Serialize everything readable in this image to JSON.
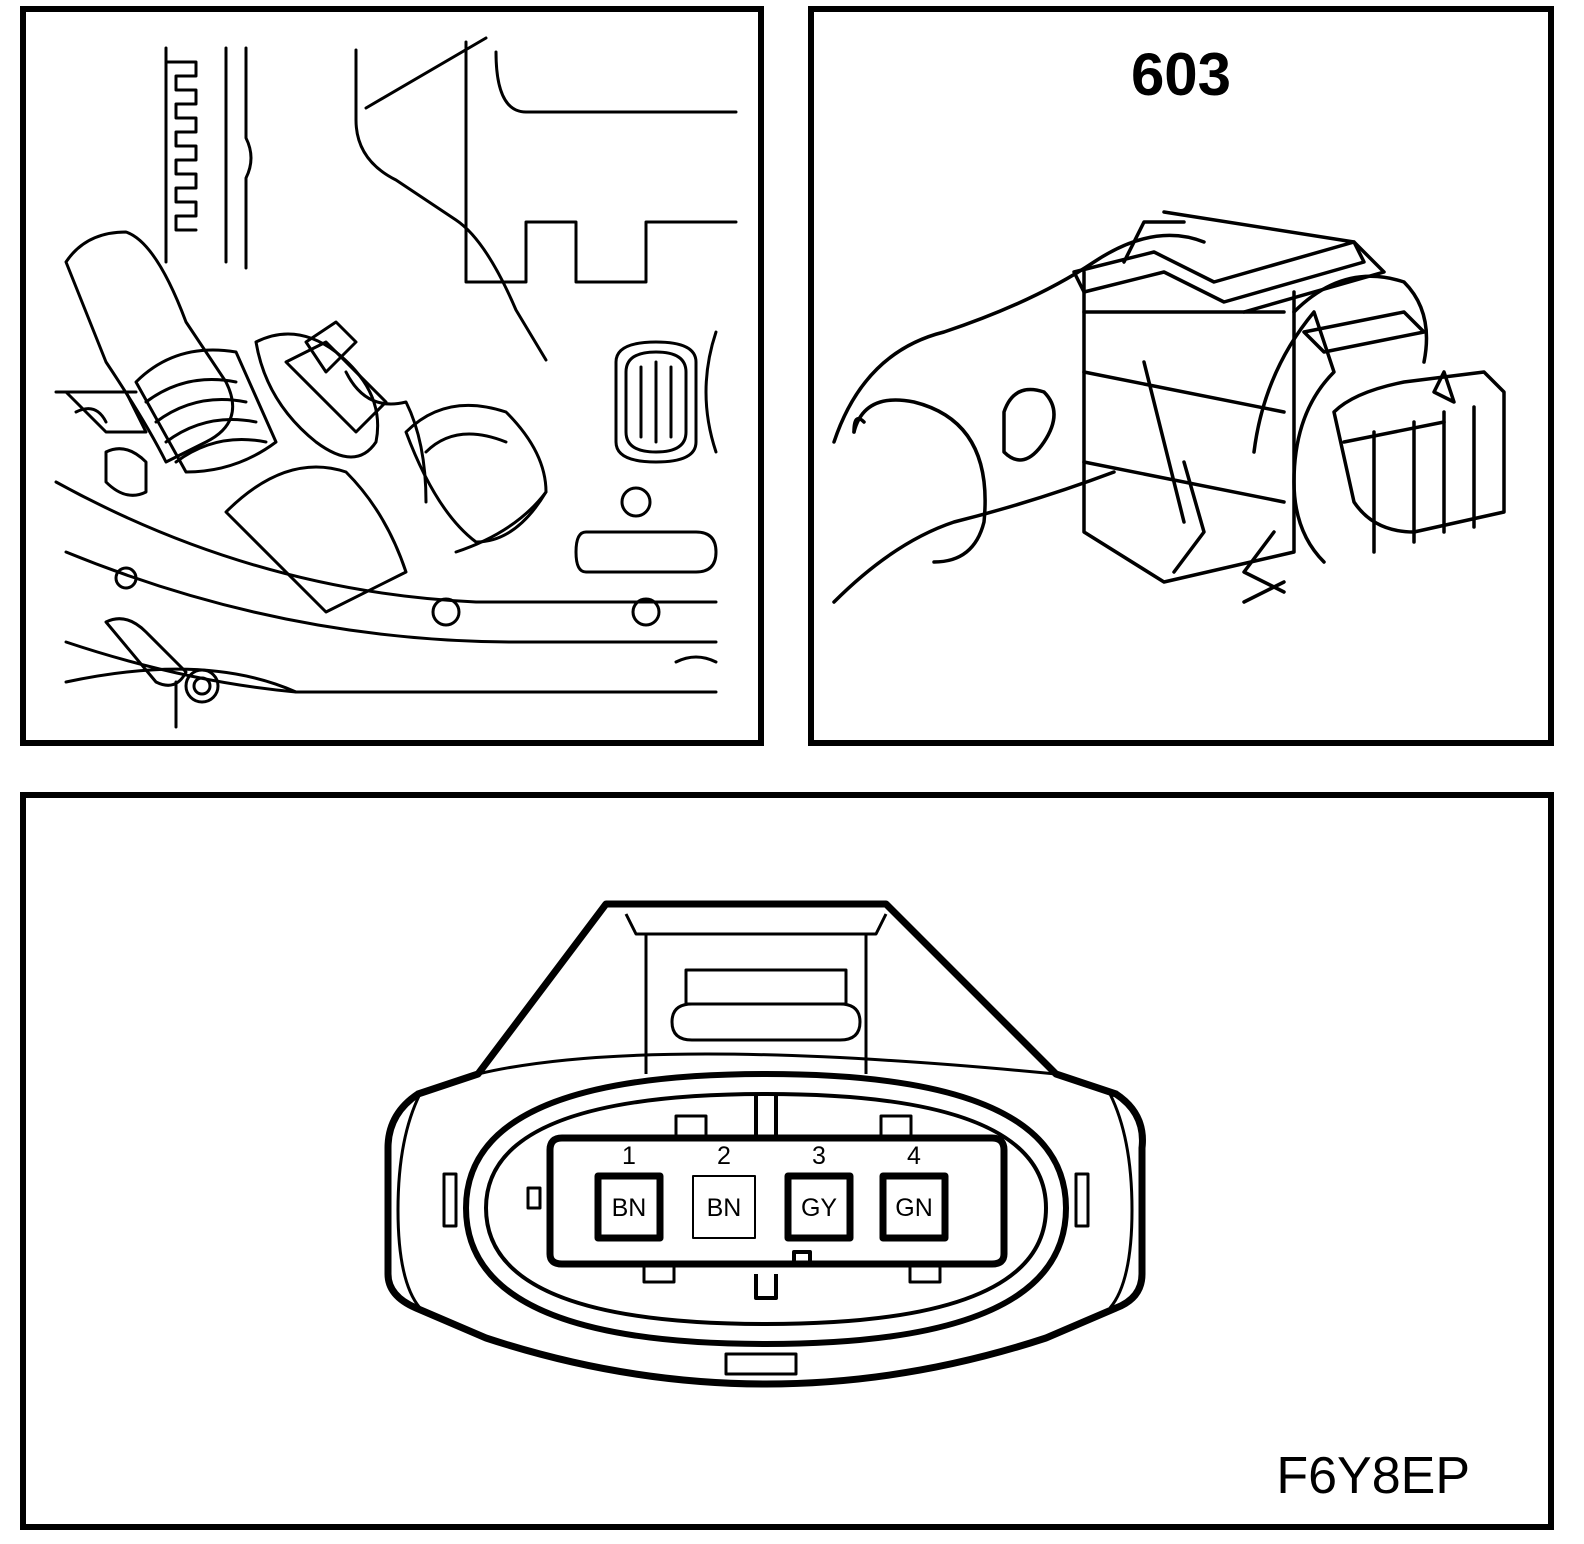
{
  "connector": {
    "number": "603"
  },
  "figure_code": "F6Y8EP",
  "pins": [
    {
      "number": "1",
      "wire_color": "BN"
    },
    {
      "number": "2",
      "wire_color": "BN"
    },
    {
      "number": "3",
      "wire_color": "GY"
    },
    {
      "number": "4",
      "wire_color": "GN"
    }
  ]
}
